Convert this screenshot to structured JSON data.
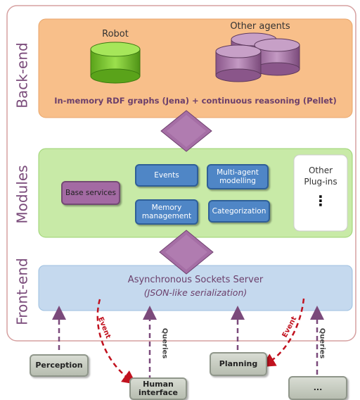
{
  "layers": {
    "backend": "Back-end",
    "modules": "Modules",
    "frontend": "Front-end"
  },
  "backend": {
    "robot_label": "Robot",
    "agents_label": "Other agents",
    "caption": "In-memory RDF graphs (Jena) + continuous reasoning (Pellet)"
  },
  "modules": {
    "base_services": "Base services",
    "events": "Events",
    "multi_agent_line1": "Multi-agent",
    "multi_agent_line2": "modelling",
    "memory_line1": "Memory",
    "memory_line2": "management",
    "categorization": "Categorization",
    "plugins_line1": "Other",
    "plugins_line2": "Plug-ins",
    "plugins_dots": "⋮"
  },
  "frontend": {
    "server_title": "Asynchronous Sockets Server",
    "server_subtitle": "(JSON-like serialization)"
  },
  "clients": {
    "perception": "Perception",
    "human_line1": "Human",
    "human_line2": "interface",
    "planning": "Planning",
    "other": "..."
  },
  "arrow_labels": {
    "event": "Event",
    "queries": "Queries"
  },
  "colors": {
    "backend": "#f8bf8a",
    "modules": "#c8eaa7",
    "frontend": "#c5d9ee",
    "database_green": "#7ed321",
    "database_purple": "#a56ea5",
    "arrow_purple": "#7b4a7b",
    "event_red": "#c1121f"
  }
}
